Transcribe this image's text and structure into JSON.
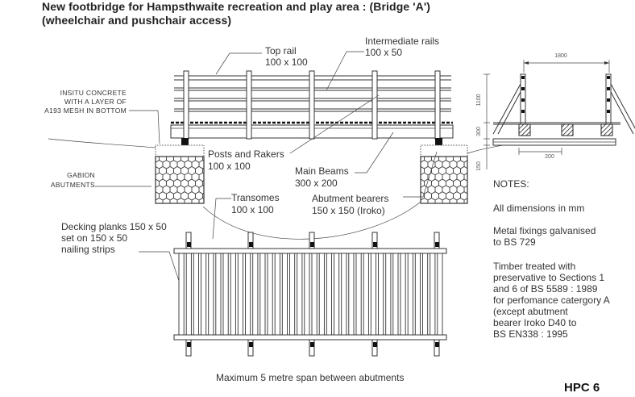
{
  "title": {
    "line1": "New footbridge for Hampsthwaite recreation and play area : (Bridge 'A')",
    "line2": "(wheelchair and pushchair access)"
  },
  "labels": {
    "top_rail": [
      "Top rail",
      "100 x 100"
    ],
    "intermediate_rails": [
      "Intermediate rails",
      "100 x 50"
    ],
    "insitu_concrete": [
      "INSITU CONCRETE",
      "WITH  A LAYER OF",
      "A193 MESH IN BOTTOM"
    ],
    "posts_rakers": [
      "Posts and Rakers",
      "100 x 100"
    ],
    "main_beams": [
      "Main Beams",
      "300 x 200"
    ],
    "gabion": [
      "GABION",
      "ABUTMENTS"
    ],
    "transomes": [
      "Transomes",
      "100 x 100"
    ],
    "abutment_bearers": [
      "Abutment bearers",
      "150 x 150 (Iroko)"
    ],
    "decking": [
      "Decking planks 150 x 50",
      "set on 150 x 50",
      "nailing strips"
    ],
    "caption": "Maximum 5 metre span between abutments"
  },
  "section_dims": {
    "width": "1800",
    "rail_height": "1100",
    "beam_depth": "300",
    "post_spacing": "200",
    "bearer": "150"
  },
  "notes": {
    "heading": "NOTES:",
    "p1": [
      "All dimensions in mm"
    ],
    "p2": [
      "Metal fixings galvanised",
      "to BS 729"
    ],
    "p3": [
      "Timber treated with",
      "preservative to Sections 1",
      "and 6 of BS 5589 : 1989",
      "for perfomance catergory A",
      "(except abutment",
      "bearer Iroko D40 to",
      "BS EN338 : 1995"
    ]
  },
  "drawing_code": "HPC 6"
}
